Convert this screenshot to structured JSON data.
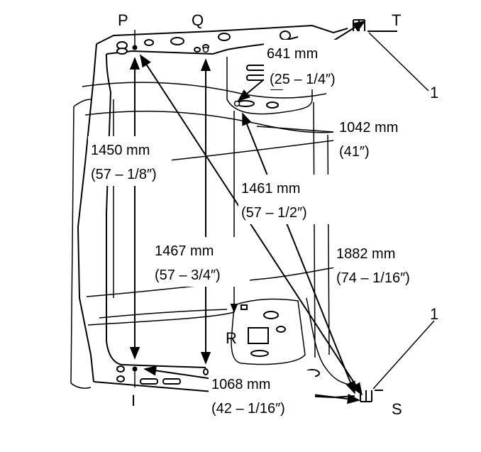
{
  "points": {
    "P": "P",
    "Q": "Q",
    "R": "R",
    "S": "S",
    "T": "T",
    "I": "I"
  },
  "callouts": {
    "upper": "1",
    "lower": "1"
  },
  "dimensions": [
    {
      "id": "PT",
      "mm": "641 mm",
      "inch": "(25 – 1/4″)"
    },
    {
      "id": "PI",
      "mm": "1450 mm",
      "inch": "(57 – 1/8″)"
    },
    {
      "id": "TR",
      "mm": "1042 mm",
      "inch": "(41″)"
    },
    {
      "id": "QS",
      "mm": "1461 mm",
      "inch": "(57 – 1/2″)"
    },
    {
      "id": "Q0",
      "mm": "1467 mm",
      "inch": "(57 – 3/4″)"
    },
    {
      "id": "PS",
      "mm": "1882 mm",
      "inch": "(74 – 1/16″)"
    },
    {
      "id": "IS",
      "mm": "1068 mm",
      "inch": "(42 – 1/16″)"
    }
  ]
}
